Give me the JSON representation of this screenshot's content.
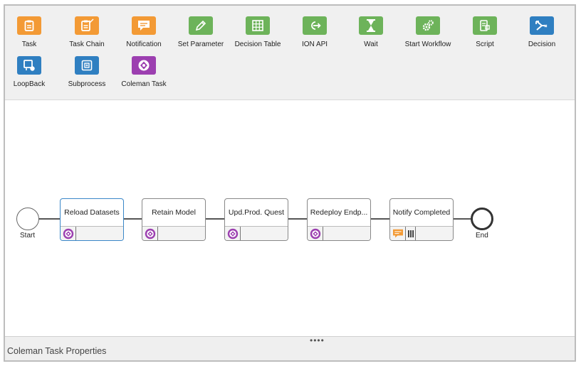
{
  "palette": {
    "tools": [
      {
        "name": "task",
        "label": "Task",
        "color": "#f39a35",
        "icon": "clipboard-icon"
      },
      {
        "name": "task-chain",
        "label": "Task Chain",
        "color": "#f39a35",
        "icon": "clipboard-check-icon"
      },
      {
        "name": "notification",
        "label": "Notification",
        "color": "#f39a35",
        "icon": "message-icon"
      },
      {
        "name": "set-parameter",
        "label": "Set Parameter",
        "color": "#6db35a",
        "icon": "pencil-icon"
      },
      {
        "name": "decision-table",
        "label": "Decision Table",
        "color": "#6db35a",
        "icon": "grid-icon"
      },
      {
        "name": "ion-api",
        "label": "ION API",
        "color": "#6db35a",
        "icon": "api-icon"
      },
      {
        "name": "wait",
        "label": "Wait",
        "color": "#6db35a",
        "icon": "hourglass-icon"
      },
      {
        "name": "start-workflow",
        "label": "Start Workflow",
        "color": "#6db35a",
        "icon": "gears-icon"
      },
      {
        "name": "script",
        "label": "Script",
        "color": "#6db35a",
        "icon": "script-icon"
      },
      {
        "name": "decision",
        "label": "Decision",
        "color": "#2f7fc1",
        "icon": "decision-icon"
      },
      {
        "name": "loopback",
        "label": "LoopBack",
        "color": "#2f7fc1",
        "icon": "loopback-icon"
      },
      {
        "name": "subprocess",
        "label": "Subprocess",
        "color": "#2f7fc1",
        "icon": "subprocess-icon"
      },
      {
        "name": "coleman-task",
        "label": "Coleman Task",
        "color": "#9c3fb0",
        "icon": "coleman-icon"
      }
    ]
  },
  "flow": {
    "start_label": "Start",
    "end_label": "End",
    "nodes": [
      {
        "title": "Reload Datasets",
        "type": "coleman",
        "selected": true
      },
      {
        "title": "Retain Model",
        "type": "coleman",
        "selected": false
      },
      {
        "title": "Upd.Prod. Quest",
        "type": "coleman",
        "selected": false
      },
      {
        "title": "Redeploy Endp...",
        "type": "coleman",
        "selected": false
      },
      {
        "title": "Notify Completed",
        "type": "notification",
        "selected": false
      }
    ]
  },
  "properties": {
    "grip": "••••",
    "title": "Coleman Task Properties"
  }
}
